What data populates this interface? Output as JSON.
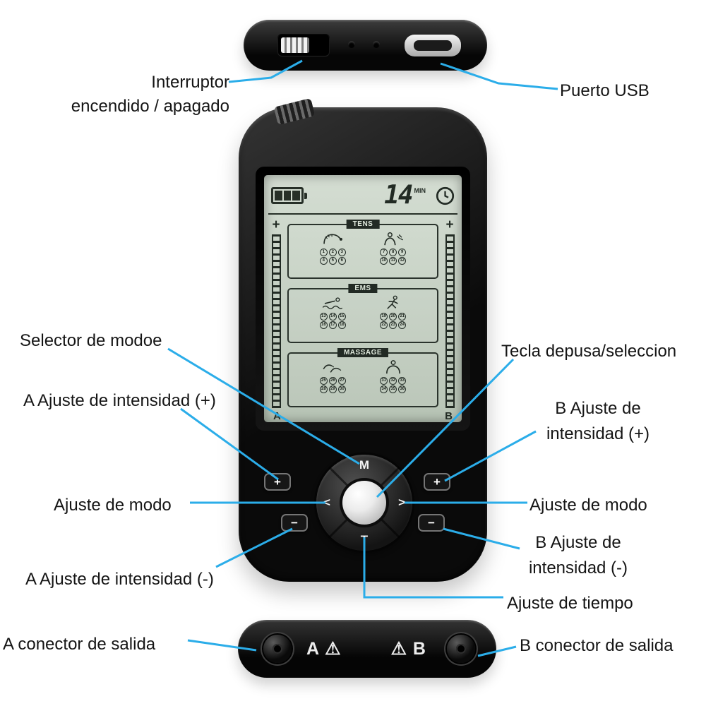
{
  "colors": {
    "callout": "#2bade9",
    "device_body": "#111111",
    "screen_bg": "#c9d4c7",
    "label_text": "#151515"
  },
  "annotations": {
    "power_switch_line1": "Interruptor",
    "power_switch_line2": "encendido / apagado",
    "usb_port": "Puerto USB",
    "mode_selector": "Selector de modoe",
    "select_key": "Tecla depusa/seleccion",
    "a_intensity_plus": "A Ajuste de intensidad (+)",
    "b_intensity_plus_line1": "B Ajuste de",
    "b_intensity_plus_line2": "intensidad (+)",
    "mode_adjust_left": "Ajuste de modo",
    "mode_adjust_right": "Ajuste de modo",
    "a_intensity_minus": "A Ajuste de intensidad (-)",
    "b_intensity_minus_line1": "B Ajuste de",
    "b_intensity_minus_line2": "intensidad (-)",
    "time_adjust": "Ajuste de tiempo",
    "a_output": "A conector de salida",
    "b_output": "B conector de salida"
  },
  "screen": {
    "time_value": "14",
    "time_unit": "MIN",
    "intensity_plus_left": "+",
    "intensity_plus_right": "+",
    "channel_a": "A",
    "channel_b": "B",
    "sections": [
      {
        "name": "TENS",
        "left_numbers": [
          "1",
          "2",
          "3",
          "4",
          "5",
          "6"
        ],
        "right_numbers": [
          "7",
          "8",
          "9",
          "10",
          "11",
          "12"
        ]
      },
      {
        "name": "EMS",
        "left_numbers": [
          "13",
          "14",
          "15",
          "16",
          "17",
          "18"
        ],
        "right_numbers": [
          "19",
          "20",
          "21",
          "22",
          "23",
          "24"
        ]
      },
      {
        "name": "MASSAGE",
        "left_numbers": [
          "25",
          "26",
          "27",
          "28",
          "29",
          "30"
        ],
        "right_numbers": [
          "31",
          "32",
          "33",
          "34",
          "35",
          "36"
        ]
      }
    ]
  },
  "controls": {
    "nav_up": "M",
    "nav_left": "<",
    "nav_right": ">",
    "nav_down": "T",
    "a_plus": "+",
    "a_minus": "−",
    "b_plus": "+",
    "b_minus": "−"
  },
  "bottom_view": {
    "a_label": "A ⚠",
    "b_label": "⚠ B"
  }
}
